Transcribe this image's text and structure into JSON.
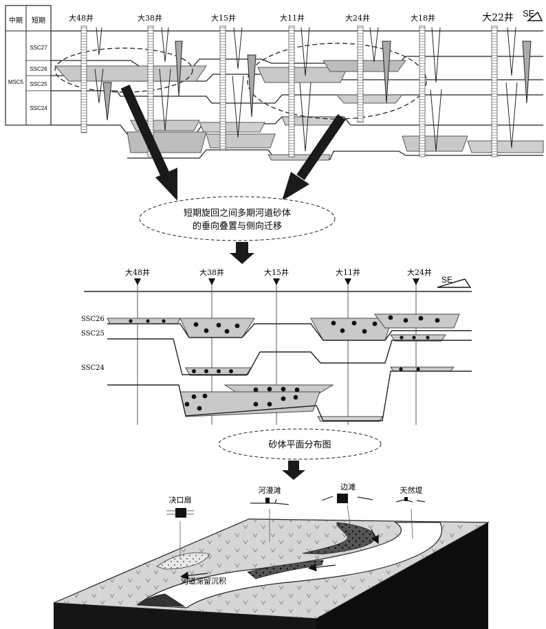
{
  "panel_top": {
    "header": {
      "col_mid": "中期",
      "col_short": "短期"
    },
    "mid_cycle": "MSC5",
    "short_cycles": [
      "SSC27",
      "SSC26",
      "SSC25",
      "SSC24"
    ],
    "wells": [
      "大48井",
      "大38井",
      "大15井",
      "大11井",
      "大24井",
      "大18井",
      "大22井"
    ],
    "direction": "SE"
  },
  "callout_1": {
    "line1": "短期旋回之间多期河道砂体",
    "line2": "的垂向叠置与侧向迁移"
  },
  "panel_mid": {
    "wells": [
      "大48井",
      "大38井",
      "大15井",
      "大11井",
      "大24井"
    ],
    "direction": "SE",
    "layers": [
      "SSC26",
      "SSC25",
      "SSC24"
    ]
  },
  "callout_2": {
    "text": "砂体平面分布图"
  },
  "panel_bottom": {
    "labels": {
      "crevasse_fan": "决口扇",
      "floodplain": "河漫滩",
      "point_bar": "边滩",
      "natural_levee": "天然堤",
      "channel_lag": "河道滞留沉积"
    }
  },
  "colors": {
    "sand_fill": "#c9c9c9",
    "sand_dark": "#9a9a9a",
    "ink": "#111111",
    "arrow": "#1a1a1a",
    "block_side": "#151515",
    "floodplain": "#d6d6d6"
  }
}
